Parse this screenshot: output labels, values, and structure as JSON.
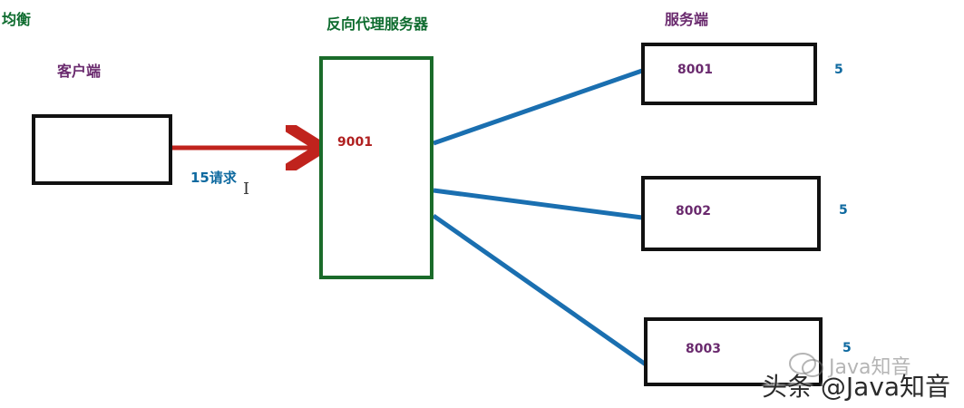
{
  "labels": {
    "top_left": "均衡",
    "client": "客户端",
    "proxy": "反向代理服务器",
    "servers": "服务端",
    "request": "15请求",
    "proxy_port": "9001",
    "server1_port": "8001",
    "server2_port": "8002",
    "server3_port": "8003",
    "server1_count": "5",
    "server2_count": "5",
    "server3_count": "5"
  },
  "watermark": {
    "small": "Java知音",
    "big": "头条 @Java知音"
  },
  "colors": {
    "green_label": "#0d6b2e",
    "purple_label": "#6a2a6e",
    "red_text": "#b02020",
    "blue_text": "#0f6aa0",
    "arrow_red": "#c0231d",
    "line_blue": "#1a6fb0",
    "box_black": "#111111",
    "box_green": "#1a6b2a"
  }
}
